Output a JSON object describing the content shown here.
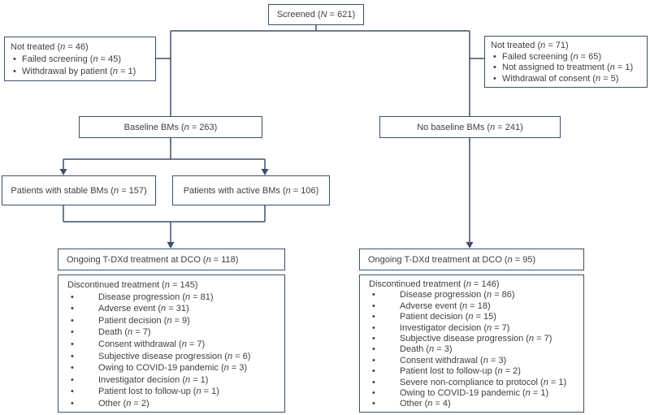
{
  "colors": {
    "line": "#3e4f68",
    "text": "#3e3e3e",
    "background": "#ffffff"
  },
  "glyphs": {
    "bullet": "•"
  },
  "flow": {
    "screened": {
      "label": "Screened (N = 621)"
    },
    "not_treated_left": {
      "title": "Not treated (n = 46)",
      "items": [
        "Failed screening (n = 45)",
        "Withdrawal by patient (n = 1)"
      ]
    },
    "not_treated_right": {
      "title": "Not treated (n = 71)",
      "items": [
        "Failed screening (n = 65)",
        "Not assigned to treatment (n = 1)",
        "Withdrawal of consent (n = 5)"
      ]
    },
    "baseline_bms": {
      "label": "Baseline BMs (n = 263)"
    },
    "no_baseline_bms": {
      "label": "No baseline BMs (n = 241)"
    },
    "stable_bms": {
      "label": "Patients with stable BMs (n = 157)"
    },
    "active_bms": {
      "label": "Patients with active BMs (n = 106)"
    },
    "ongoing_left": {
      "label": "Ongoing T-DXd treatment at DCO (n = 118)"
    },
    "ongoing_right": {
      "label": "Ongoing T-DXd treatment at DCO (n = 95)"
    },
    "discontinued_left": {
      "title": "Discontinued treatment (n = 145)",
      "items": [
        "Disease progression (n = 81)",
        "Adverse event (n = 31)",
        "Patient decision (n = 9)",
        "Death (n = 7)",
        "Consent withdrawal (n = 7)",
        "Subjective disease progression (n = 6)",
        "Owing to COVID-19 pandemic (n = 3)",
        "Investigator decision (n = 1)",
        "Patient lost to follow-up (n = 1)",
        "Other (n = 2)"
      ]
    },
    "discontinued_right": {
      "title": "Discontinued treatment (n = 146)",
      "items": [
        "Disease progression (n = 86)",
        "Adverse event (n = 18)",
        "Patient decision (n = 15)",
        "Investigator decision (n = 7)",
        "Subjective disease progression (n = 7)",
        "Death (n = 3)",
        "Consent withdrawal (n = 3)",
        "Patient lost to follow-up (n = 2)",
        "Severe non-compliance to protocol (n = 1)",
        "Owing to COVID-19 pandemic (n = 1)",
        "Other (n = 4)"
      ]
    }
  }
}
